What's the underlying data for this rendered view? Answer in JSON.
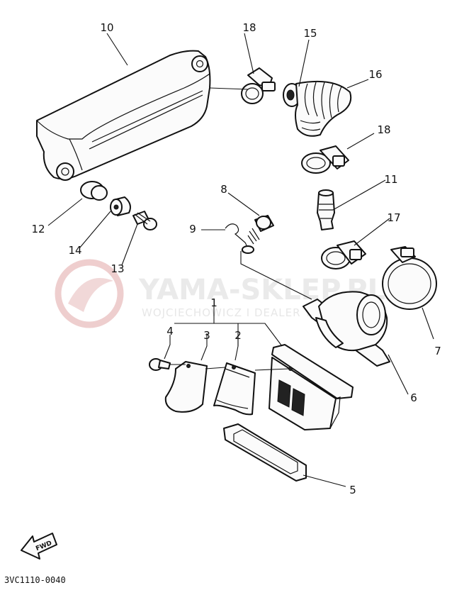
{
  "callouts": {
    "n1": "1",
    "n2": "2",
    "n3": "3",
    "n4": "4",
    "n5": "5",
    "n6": "6",
    "n7": "7",
    "n8": "8",
    "n9": "9",
    "n10": "10",
    "n11": "11",
    "n12": "12",
    "n13": "13",
    "n14": "14",
    "n15": "15",
    "n16": "16",
    "n17": "17",
    "n18a": "18",
    "n18b": "18"
  },
  "watermark": {
    "title": "YAMA-SKLEP.PL",
    "subtitle": "WOJCIECHOWICZ I DEALER YAMAHA",
    "color": "#e9c9c9"
  },
  "fwd_label": "FWD",
  "diagram_code": "3VC1110-0040"
}
